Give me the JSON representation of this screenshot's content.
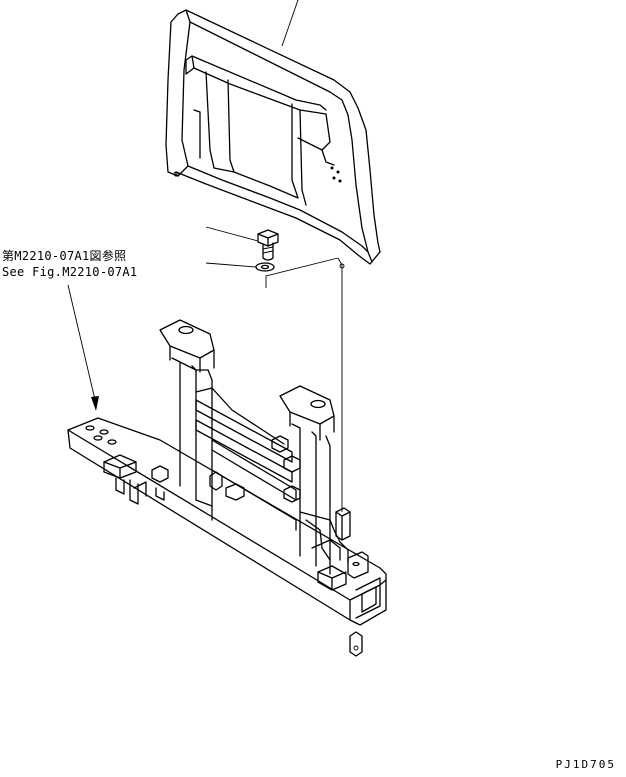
{
  "reference_note": {
    "japanese": "第M2210-07A1図参照",
    "english": "See Fig.M2210-07A1"
  },
  "drawing_id": "PJ1D705"
}
